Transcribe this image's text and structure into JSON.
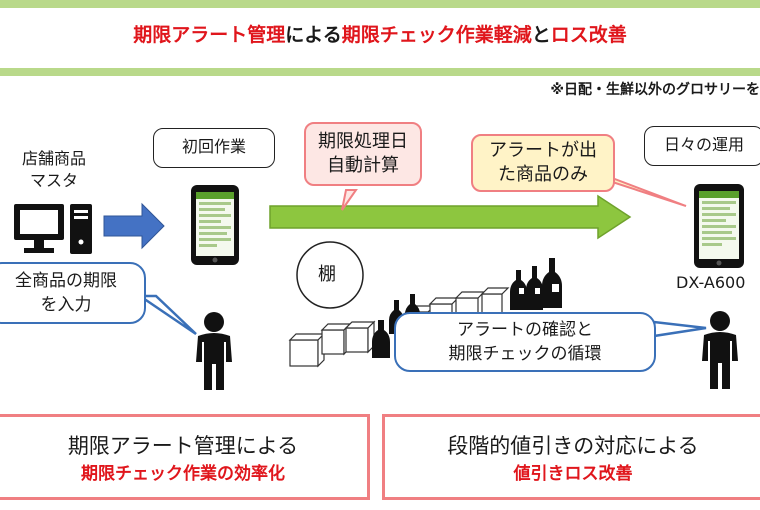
{
  "title": {
    "part1": "期限アラート管理",
    "part2": "による",
    "part3": "期限チェック作業軽減",
    "part4": "と",
    "part5": "ロス改善"
  },
  "note": "※日配・生鮮以外のグロサリーを",
  "master": {
    "line1": "店舗商品",
    "line2": "マスタ"
  },
  "initial_work": "初回作業",
  "daily_ops": "日々の運用",
  "auto_calc": {
    "line1": "期限処理日",
    "line2": "自動計算"
  },
  "alert_only": {
    "line1": "アラートが出",
    "line2": "た商品のみ"
  },
  "input_expiry": {
    "line1": "全商品の期限",
    "line2": "を入力"
  },
  "shelf": "棚",
  "device": "DX-A600",
  "alert_cycle": {
    "line1": "アラートの確認と",
    "line2": "期限チェックの循環"
  },
  "results": [
    {
      "line1": "期限アラート管理による",
      "line2": "期限チェック作業の効率化"
    },
    {
      "line1": "段階的値引きの対応による",
      "line2": "値引きロス改善"
    }
  ],
  "colors": {
    "accent_red": "#e0161c",
    "band_green": "#b9d98a",
    "arrow_green": "#8dc63f",
    "arrow_blue": "#4472c4",
    "callout_pink_border": "#f07f82"
  }
}
